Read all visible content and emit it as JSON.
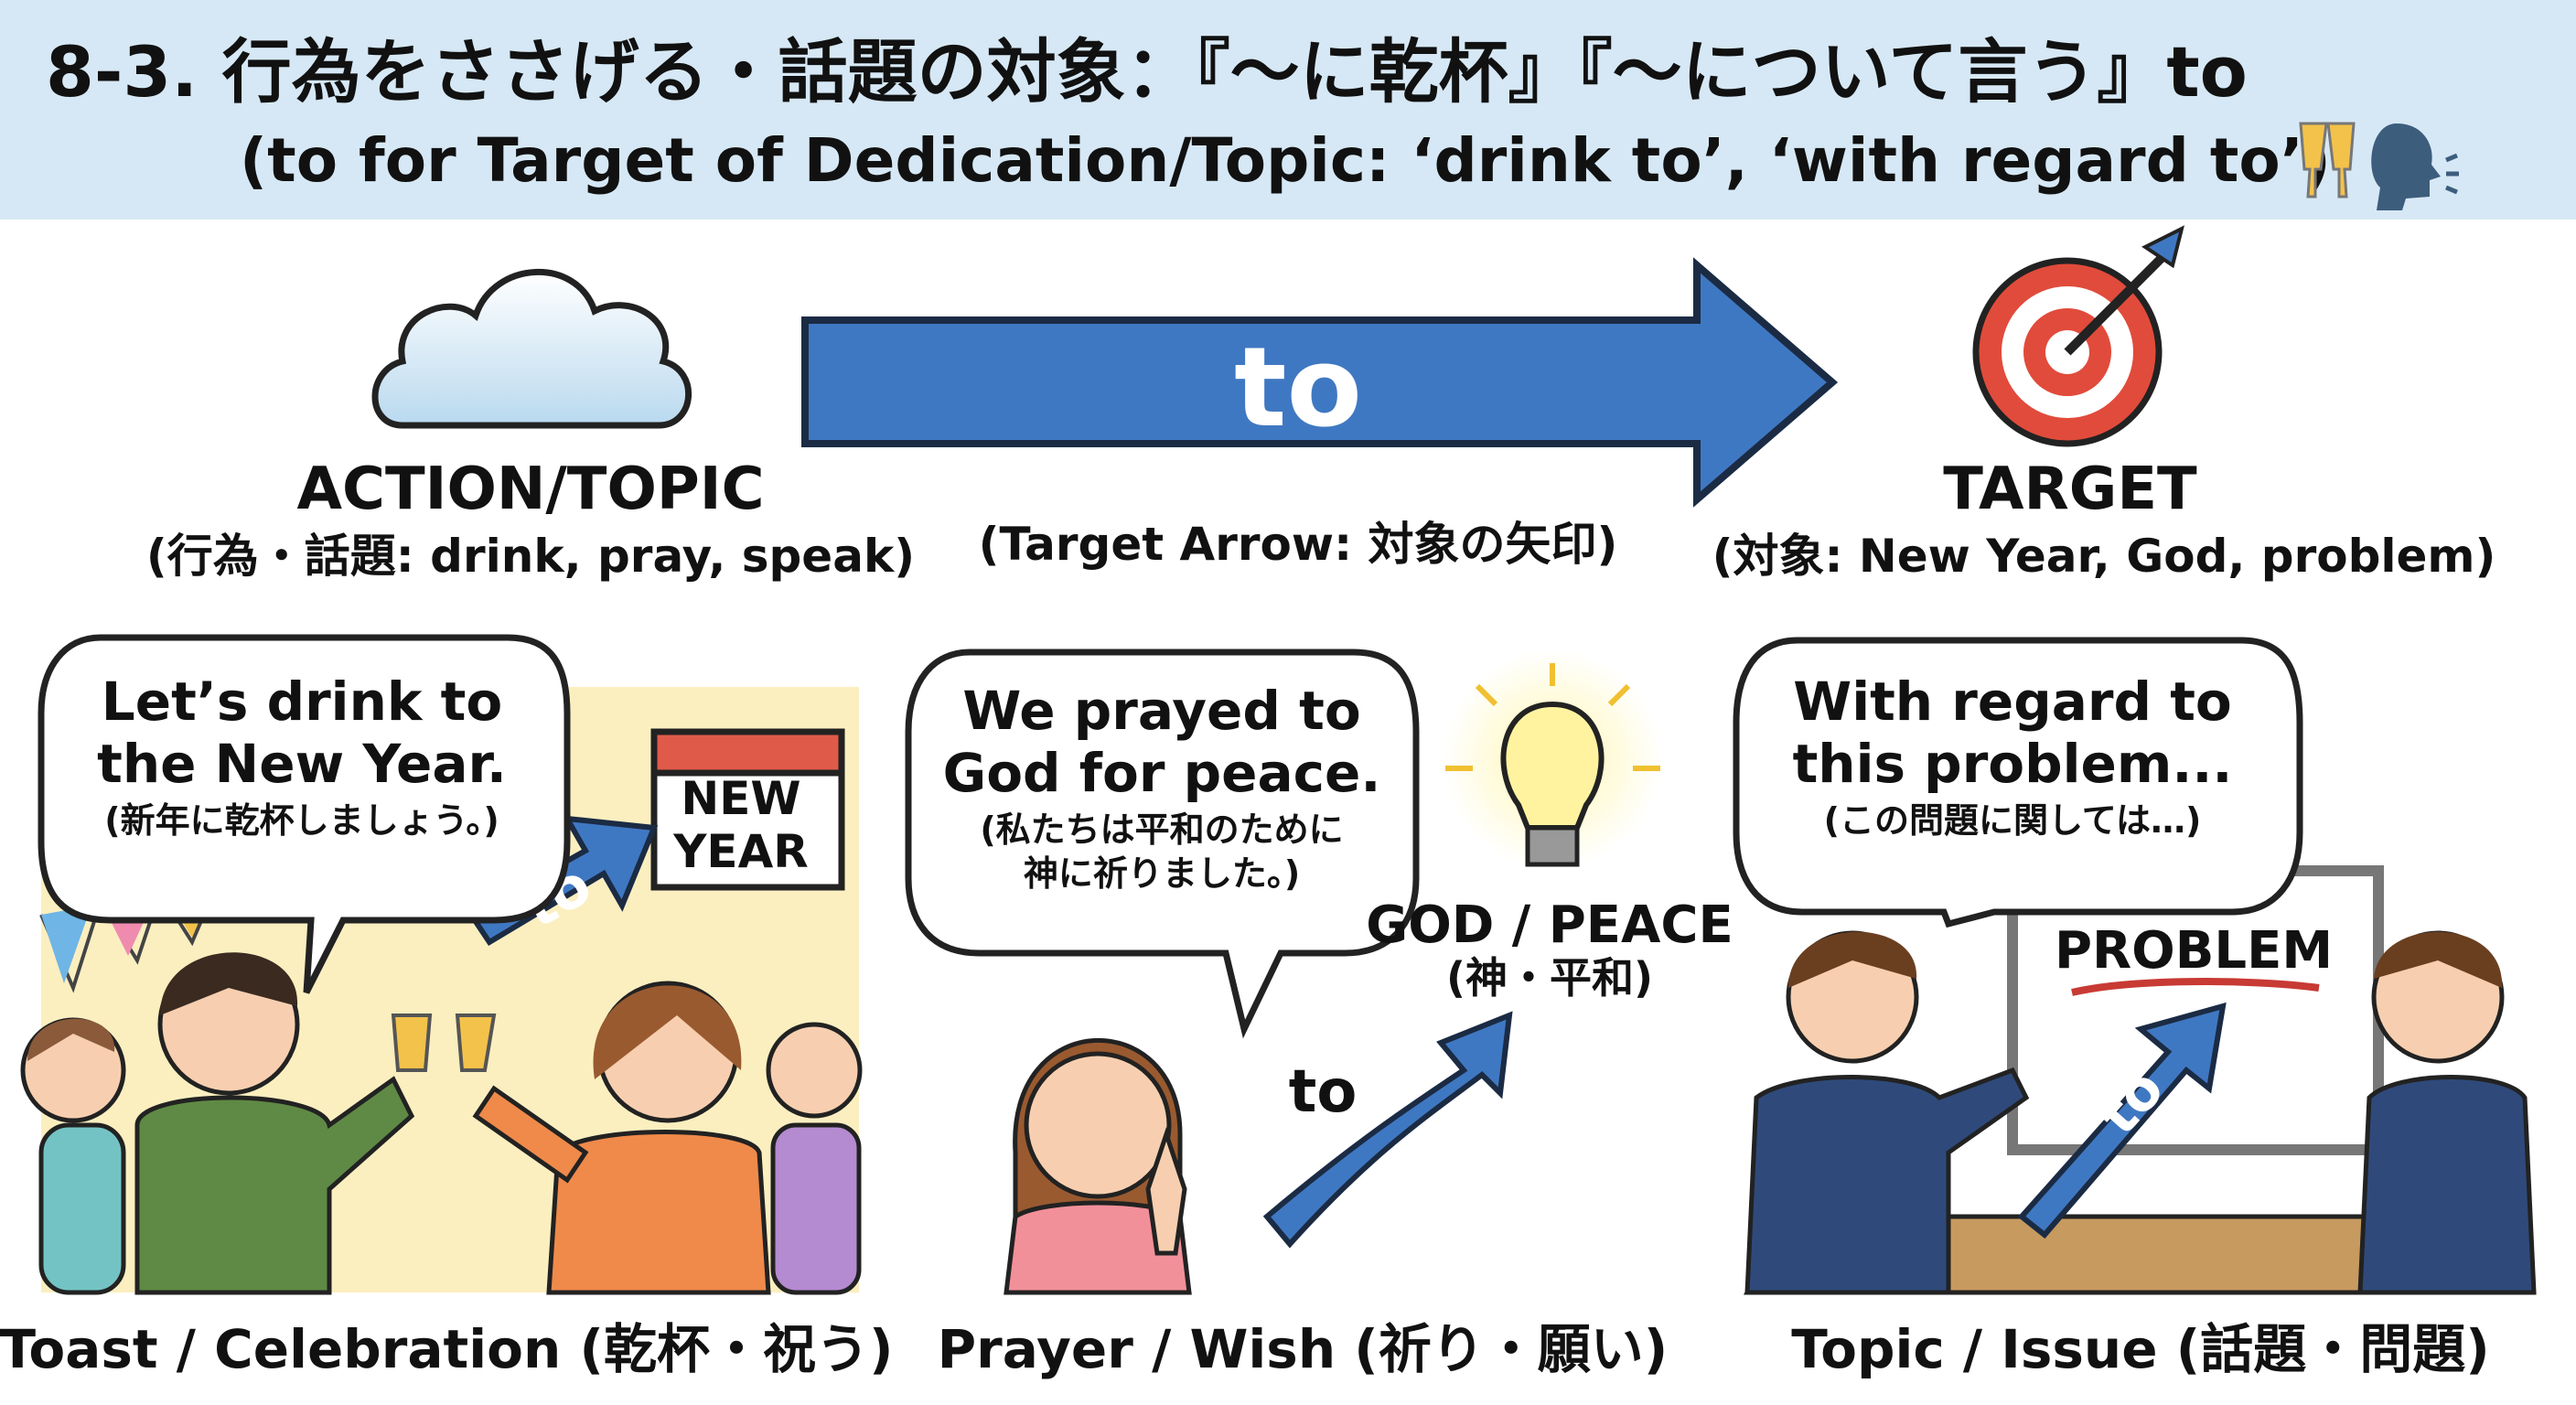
{
  "header": {
    "title": "8-3. 行為をささげる・話題の対象：『〜に乾杯』『〜について言う』to",
    "subtitle": "(to for Target of Dedication/Topic: ‘drink to’, ‘with regard to’)",
    "subtitle_icons": [
      "clinking-glasses-icon",
      "speaking-head-icon"
    ],
    "background": "#d6e8f5"
  },
  "diagram": {
    "source": {
      "label": "ACTION/TOPIC",
      "sub": "(行為・話題: drink, pray, speak)",
      "icon": "cloud-icon"
    },
    "arrow": {
      "label": "to",
      "sub": "(Target Arrow: 対象の矢印)",
      "color": "#3f78c2"
    },
    "target": {
      "label": "TARGET",
      "sub": "(対象: New Year, God, problem)",
      "icon": "target-icon"
    }
  },
  "panels": [
    {
      "speech": [
        "Let’s drink to",
        "the New Year."
      ],
      "speech_ja": "(新年に乾杯しましょう。)",
      "calendar": [
        "NEW",
        "YEAR"
      ],
      "arrow_label": "to",
      "caption": "Toast / Celebration (乾杯・祝う)"
    },
    {
      "speech": [
        "We prayed to",
        "God for peace."
      ],
      "speech_ja": [
        "(私たちは平和のために",
        "神に祈りました。)"
      ],
      "target_label": "GOD / PEACE",
      "target_sub": "(神・平和)",
      "arrow_label": "to",
      "caption": "Prayer / Wish (祈り・願い)"
    },
    {
      "speech": [
        "With regard to",
        "this problem..."
      ],
      "speech_ja": "(この問題に関しては…)",
      "board": "PROBLEM",
      "arrow_label": "to",
      "caption": "Topic / Issue (話題・問題)"
    }
  ]
}
